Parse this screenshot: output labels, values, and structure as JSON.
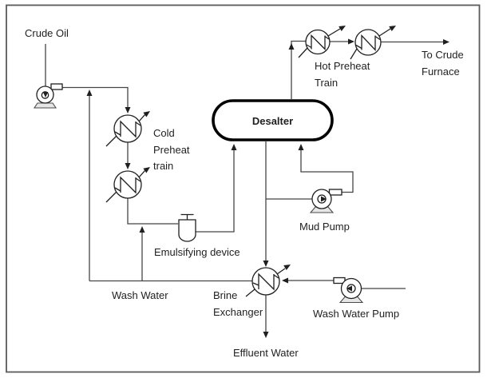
{
  "diagram": {
    "kind": "process-flow-diagram",
    "labels": {
      "crude_oil": "Crude Oil",
      "cold_preheat_train": [
        "Cold",
        "Preheat",
        "train"
      ],
      "hot_preheat_train": [
        "Hot Preheat",
        "Train"
      ],
      "to_crude_furnace": [
        "To Crude",
        "Furnace"
      ],
      "desalter": "Desalter",
      "emulsifying_device": "Emulsifying device",
      "mud_pump": "Mud Pump",
      "wash_water": "Wash Water",
      "brine_exchanger": [
        "Brine",
        "Exchanger"
      ],
      "wash_water_pump": "Wash Water Pump",
      "effluent_water": "Effluent Water"
    },
    "colors": {
      "background": "#ffffff",
      "pipe_line": "#454545",
      "symbol_line": "#1f1f1f",
      "text": "#1f1f1f",
      "vessel_outline": "#000000",
      "outer_border": "#5a5a5a",
      "pump_base_fill": "#e6e6e6"
    }
  }
}
